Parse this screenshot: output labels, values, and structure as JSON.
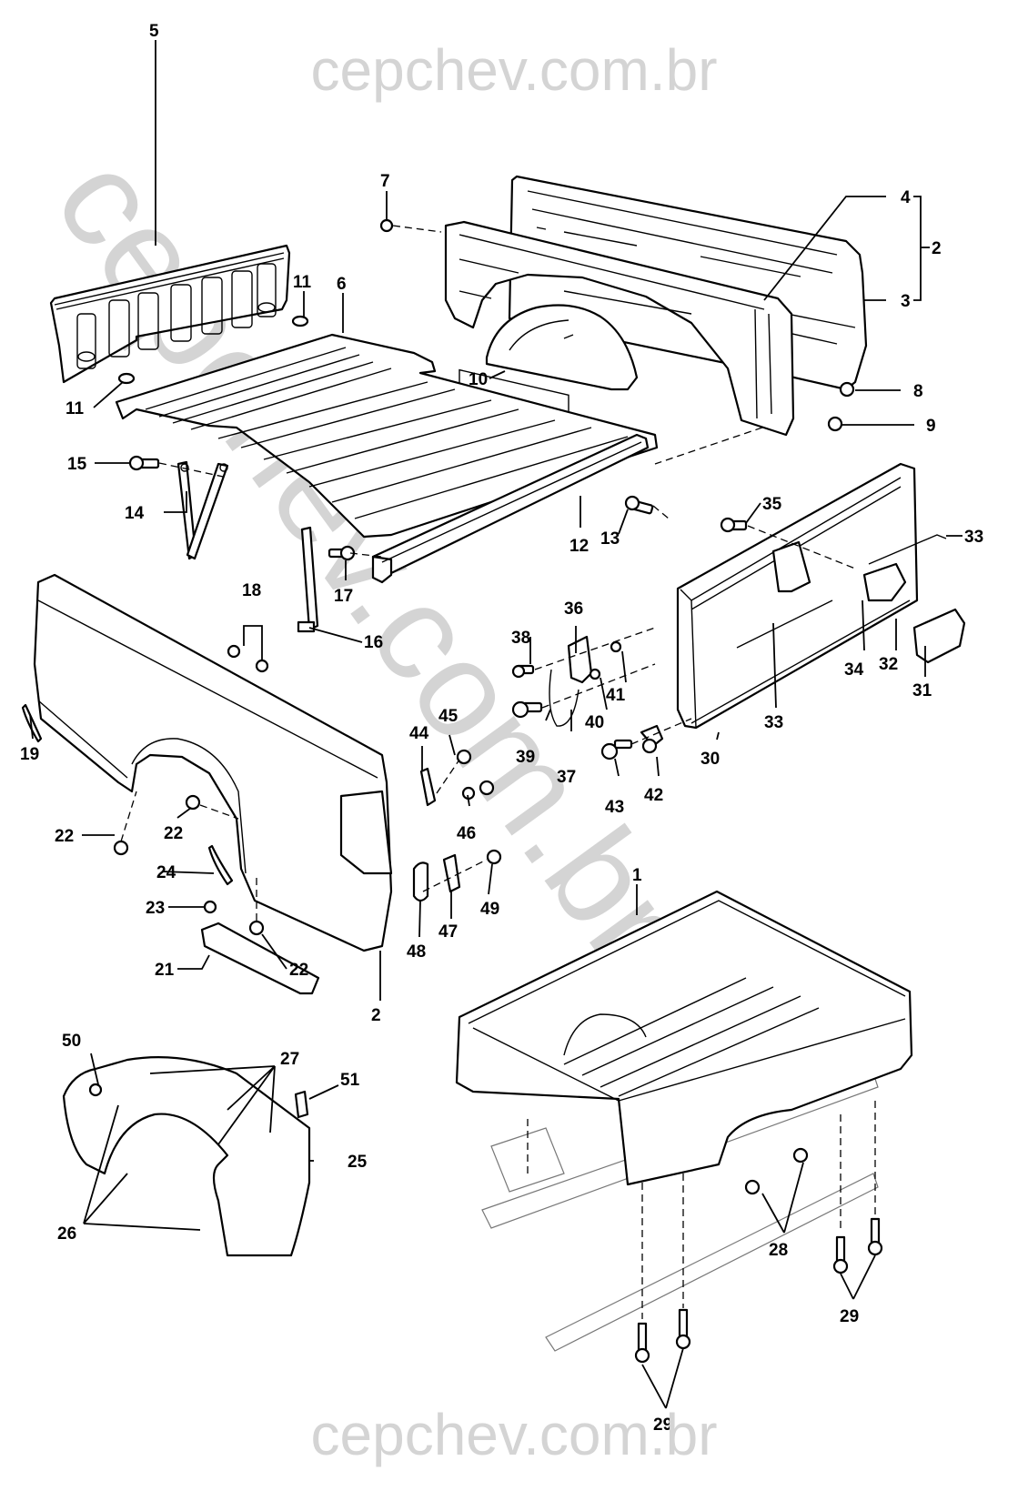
{
  "watermark": {
    "top": "cepchev.com.br",
    "bottom": "cepchev.com.br",
    "diagonal": "cepchev.com.br"
  },
  "diagram": {
    "title": "",
    "subject": "Pickup truck cargo box (fleetside bed) exploded parts view",
    "callouts": [
      {
        "id": "c1",
        "label": "1"
      },
      {
        "id": "c2a",
        "label": "2"
      },
      {
        "id": "c2b",
        "label": "2"
      },
      {
        "id": "c3",
        "label": "3"
      },
      {
        "id": "c4",
        "label": "4"
      },
      {
        "id": "c5",
        "label": "5"
      },
      {
        "id": "c6",
        "label": "6"
      },
      {
        "id": "c7",
        "label": "7"
      },
      {
        "id": "c8",
        "label": "8"
      },
      {
        "id": "c9",
        "label": "9"
      },
      {
        "id": "c10",
        "label": "10"
      },
      {
        "id": "c11a",
        "label": "11"
      },
      {
        "id": "c11b",
        "label": "11"
      },
      {
        "id": "c12",
        "label": "12"
      },
      {
        "id": "c13",
        "label": "13"
      },
      {
        "id": "c14",
        "label": "14"
      },
      {
        "id": "c15",
        "label": "15"
      },
      {
        "id": "c16",
        "label": "16"
      },
      {
        "id": "c17",
        "label": "17"
      },
      {
        "id": "c18",
        "label": "18"
      },
      {
        "id": "c19",
        "label": "19"
      },
      {
        "id": "c21",
        "label": "21"
      },
      {
        "id": "c22a",
        "label": "22"
      },
      {
        "id": "c22b",
        "label": "22"
      },
      {
        "id": "c22c",
        "label": "22"
      },
      {
        "id": "c23",
        "label": "23"
      },
      {
        "id": "c24",
        "label": "24"
      },
      {
        "id": "c25",
        "label": "25"
      },
      {
        "id": "c26",
        "label": "26"
      },
      {
        "id": "c27",
        "label": "27"
      },
      {
        "id": "c28",
        "label": "28"
      },
      {
        "id": "c29a",
        "label": "29"
      },
      {
        "id": "c29b",
        "label": "29"
      },
      {
        "id": "c30",
        "label": "30"
      },
      {
        "id": "c31",
        "label": "31"
      },
      {
        "id": "c32",
        "label": "32"
      },
      {
        "id": "c33a",
        "label": "33"
      },
      {
        "id": "c33b",
        "label": "33"
      },
      {
        "id": "c34",
        "label": "34"
      },
      {
        "id": "c35",
        "label": "35"
      },
      {
        "id": "c36",
        "label": "36"
      },
      {
        "id": "c37",
        "label": "37"
      },
      {
        "id": "c38",
        "label": "38"
      },
      {
        "id": "c39",
        "label": "39"
      },
      {
        "id": "c40",
        "label": "40"
      },
      {
        "id": "c41",
        "label": "41"
      },
      {
        "id": "c42",
        "label": "42"
      },
      {
        "id": "c43",
        "label": "43"
      },
      {
        "id": "c44",
        "label": "44"
      },
      {
        "id": "c45",
        "label": "45"
      },
      {
        "id": "c46",
        "label": "46"
      },
      {
        "id": "c47",
        "label": "47"
      },
      {
        "id": "c48",
        "label": "48"
      },
      {
        "id": "c49",
        "label": "49"
      },
      {
        "id": "c50",
        "label": "50"
      },
      {
        "id": "c51",
        "label": "51"
      }
    ],
    "parts": [
      {
        "name": "cargo-box-assembly",
        "callout": "1"
      },
      {
        "name": "side-panel",
        "callout": "2"
      },
      {
        "name": "inner-side-panel",
        "callout": "3"
      },
      {
        "name": "outer-side-panel",
        "callout": "4"
      },
      {
        "name": "front-panel",
        "callout": "5"
      },
      {
        "name": "floor-panel",
        "callout": "6"
      },
      {
        "name": "plug",
        "callout": "7"
      },
      {
        "name": "plug",
        "callout": "8"
      },
      {
        "name": "plug",
        "callout": "9"
      },
      {
        "name": "wheelhouse",
        "callout": "10"
      },
      {
        "name": "plug",
        "callout": "11"
      },
      {
        "name": "rear-sill",
        "callout": "12"
      },
      {
        "name": "bolt",
        "callout": "13"
      },
      {
        "name": "brace",
        "callout": "14"
      },
      {
        "name": "bolt",
        "callout": "15"
      },
      {
        "name": "brace",
        "callout": "16"
      },
      {
        "name": "bolt",
        "callout": "17"
      },
      {
        "name": "stake-pocket-covers",
        "callout": "18"
      },
      {
        "name": "seal",
        "callout": "19"
      },
      {
        "name": "step",
        "callout": "21"
      },
      {
        "name": "bolt",
        "callout": "22"
      },
      {
        "name": "nut",
        "callout": "23"
      },
      {
        "name": "seal",
        "callout": "24"
      },
      {
        "name": "wheelhouse-liner",
        "callout": "25"
      },
      {
        "name": "screws",
        "callout": "26"
      },
      {
        "name": "retainers",
        "callout": "27"
      },
      {
        "name": "spacers",
        "callout": "28"
      },
      {
        "name": "bolts",
        "callout": "29"
      },
      {
        "name": "tailgate",
        "callout": "30"
      },
      {
        "name": "handle",
        "callout": "31"
      },
      {
        "name": "latch",
        "callout": "32"
      },
      {
        "name": "rod",
        "callout": "33"
      },
      {
        "name": "clip",
        "callout": "34"
      },
      {
        "name": "bolt",
        "callout": "35"
      },
      {
        "name": "hinge",
        "callout": "36"
      },
      {
        "name": "cable",
        "callout": "37"
      },
      {
        "name": "bolt",
        "callout": "38"
      },
      {
        "name": "bolt",
        "callout": "39"
      },
      {
        "name": "washer",
        "callout": "40"
      },
      {
        "name": "nut",
        "callout": "41"
      },
      {
        "name": "hinge",
        "callout": "42"
      },
      {
        "name": "bolt",
        "callout": "43"
      },
      {
        "name": "bracket",
        "callout": "44"
      },
      {
        "name": "bolt",
        "callout": "45"
      },
      {
        "name": "striker",
        "callout": "46"
      },
      {
        "name": "bracket",
        "callout": "47"
      },
      {
        "name": "plate",
        "callout": "48"
      },
      {
        "name": "bolt",
        "callout": "49"
      },
      {
        "name": "grommet",
        "callout": "50"
      },
      {
        "name": "clip",
        "callout": "51"
      }
    ]
  }
}
